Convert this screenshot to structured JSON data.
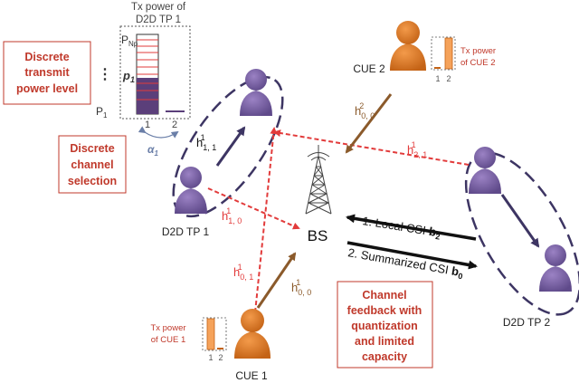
{
  "title_d2d_power": [
    "Tx power of",
    "D2D TP 1"
  ],
  "power_axis": {
    "top": "P",
    "top_sub": "Np",
    "bottom": "P",
    "bottom_sub": "1",
    "dots": "⋮"
  },
  "bar_labels": {
    "p": "p",
    "p_sub": "1",
    "ch1": "1",
    "ch2": "2",
    "alpha": "α",
    "alpha_sub": "1"
  },
  "boxes": {
    "discrete_power": [
      "Discrete",
      "transmit",
      "power level"
    ],
    "discrete_channel": [
      "Discrete",
      "channel",
      "selection"
    ],
    "channel_feedback": [
      "Channel",
      "feedback with",
      "quantization",
      "and limited",
      "capacity"
    ]
  },
  "nodes": {
    "d2d_tp1": "D2D TP 1",
    "d2d_tp2": "D2D TP 2",
    "cue1": "CUE 1",
    "cue2": "CUE 2",
    "bs": "BS"
  },
  "cue_power": {
    "cue1": [
      "Tx power",
      "of CUE 1"
    ],
    "cue2": [
      "Tx power",
      "of CUE 2"
    ],
    "ch1": "1",
    "ch2": "2"
  },
  "channels": {
    "h11": {
      "base": "h",
      "sub": "1, 1",
      "sup": "1"
    },
    "h10": {
      "base": "h",
      "sub": "1, 0",
      "sup": "1"
    },
    "h00a": {
      "base": "h",
      "sub": "0, 0",
      "sup": "1"
    },
    "h01": {
      "base": "h",
      "sub": "0, 1",
      "sup": "1"
    },
    "h00b": {
      "base": "h",
      "sub": "0, 0",
      "sup": "2"
    },
    "h21": {
      "base": "h",
      "sub": "2, 1",
      "sup": "1"
    }
  },
  "feedback": {
    "local": "1. Local CSI ",
    "local_b": "b",
    "local_b_sub": "2",
    "summ": "2. Summarized CSI ",
    "summ_b": "b",
    "summ_b_sub": "0"
  },
  "colors": {
    "person_purple": "#7b5ea7",
    "person_purple_dark": "#5a4480",
    "person_orange": "#e07b24",
    "person_orange_dark": "#a85714",
    "red_link": "#e23b3b",
    "box_red": "#c0392b",
    "dash_navy": "#3d3563",
    "bar_purple": "#5b3f7a"
  }
}
